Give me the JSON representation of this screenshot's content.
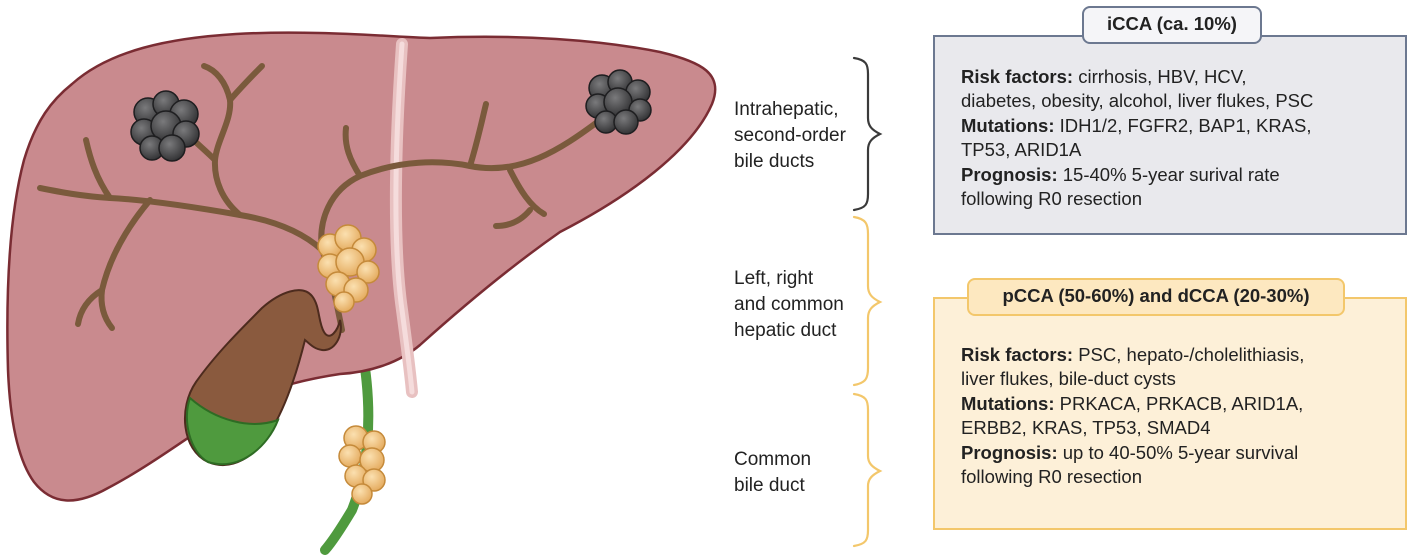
{
  "region_labels": {
    "intrahepatic": [
      "Intrahepatic,",
      "second-order",
      "bile ducts"
    ],
    "hepatic_duct": [
      "Left, right",
      "and common",
      "hepatic duct"
    ],
    "common_bile_duct": [
      "Common",
      "bile duct"
    ]
  },
  "icca_box": {
    "title": "iCCA (ca. 10%)",
    "risk_label": "Risk factors:",
    "risk_line1": "cirrhosis, HBV, HCV,",
    "risk_line2": "diabetes, obesity, alcohol, liver flukes, PSC",
    "mut_label": "Mutations:",
    "mut_line1": "IDH1/2, FGFR2, BAP1, KRAS,",
    "mut_line2": "TP53, ARID1A",
    "prog_label": "Prognosis:",
    "prog_line1": "15-40% 5-year surival rate",
    "prog_line2": "following R0 resection"
  },
  "pdcca_box": {
    "title": "pCCA (50-60%) and dCCA (20-30%)",
    "risk_label": "Risk factors:",
    "risk_line1": "PSC, hepato-/cholelithiasis,",
    "risk_line2": "liver flukes, bile-duct cysts",
    "mut_label": "Mutations:",
    "mut_line1": "PRKACA, PRKACB, ARID1A,",
    "mut_line2": "ERBB2, KRAS, TP53, SMAD4",
    "prog_label": "Prognosis:",
    "prog_line1": "up to 40-50% 5-year survival",
    "prog_line2": "following R0 resection"
  },
  "colors": {
    "liver": "#c98a8e",
    "liver_outline": "#7a2c33",
    "bile_duct": "#7a5a3c",
    "gallbladder": "#8a5a3e",
    "common_duct_green": "#4f9a3e",
    "tumor_dark": "#4a4a4c",
    "tumor_yellow": "#f1c27d",
    "icca_box_bg": "#e9e9ed",
    "icca_border": "#6c7890",
    "pdcca_box_bg": "#fdf0d8",
    "pdcca_border": "#f3c76b"
  }
}
